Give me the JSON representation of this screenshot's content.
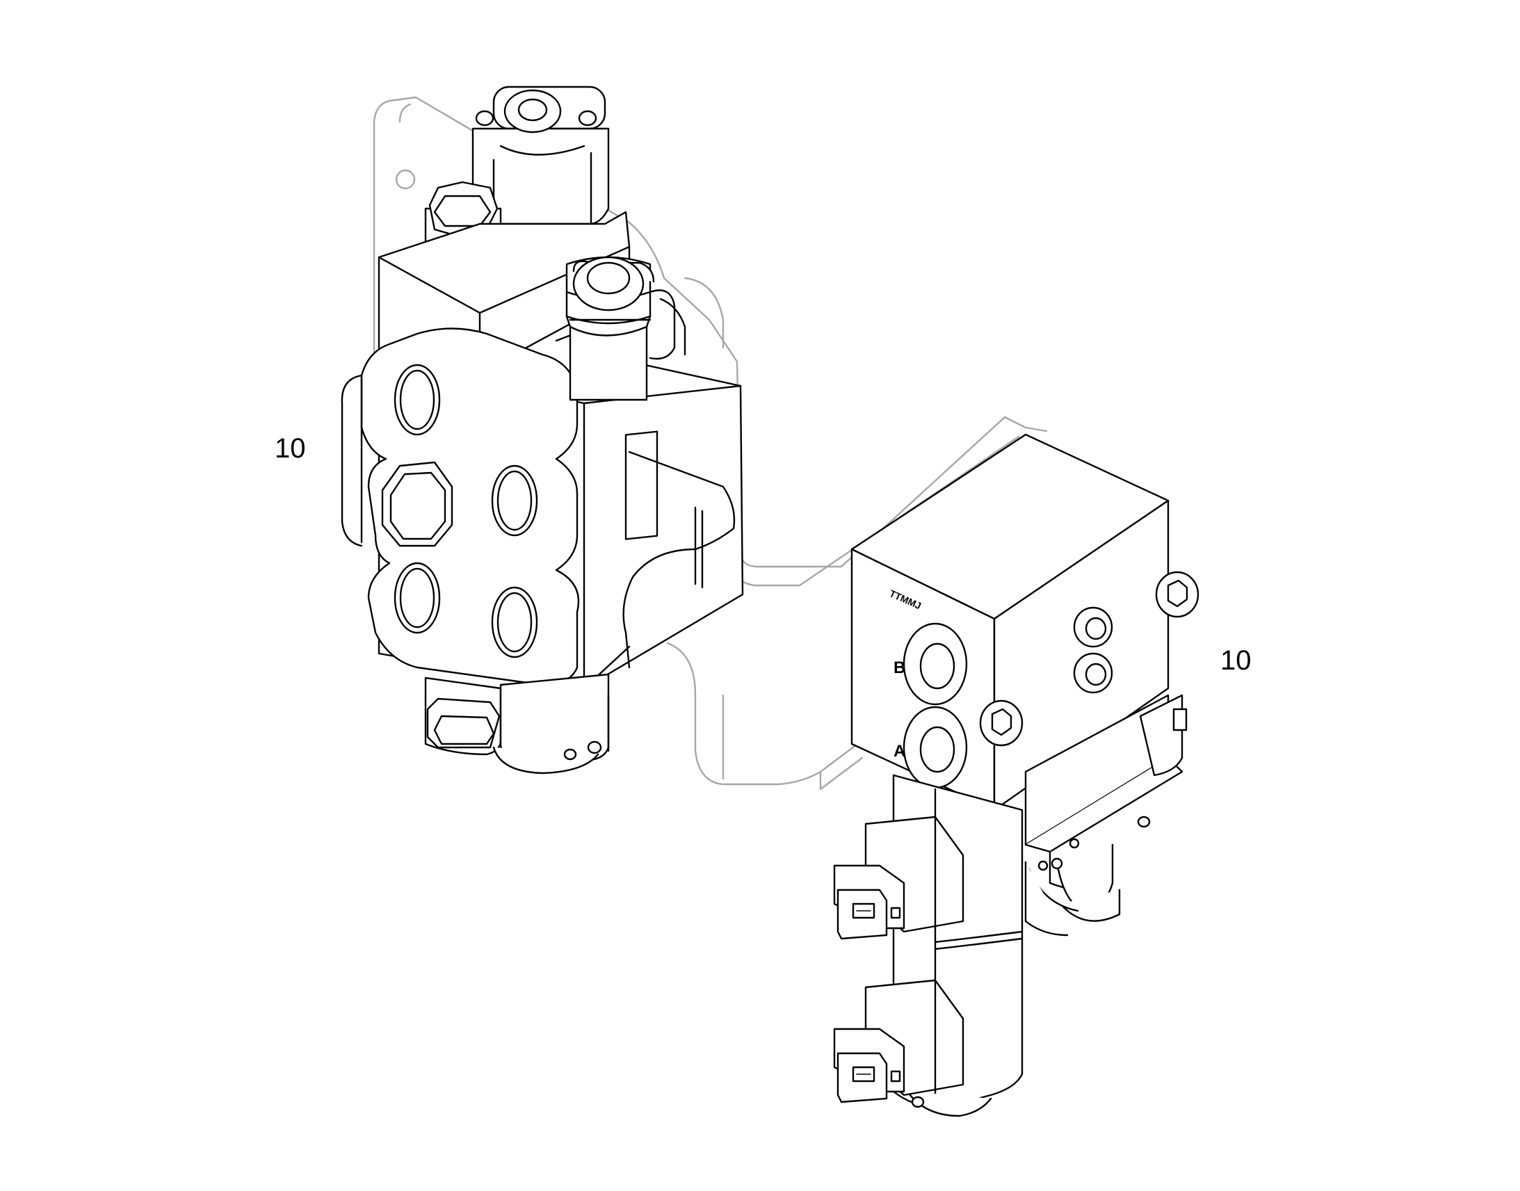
{
  "callouts": {
    "left_valve": "10",
    "right_valve": "10"
  },
  "markings": {
    "block_code": "TTMMJ",
    "port_b": "B",
    "port_a": "A"
  },
  "colors": {
    "line": "#000000",
    "ghost_bracket": "#a6a6a6",
    "background": "#ffffff"
  }
}
